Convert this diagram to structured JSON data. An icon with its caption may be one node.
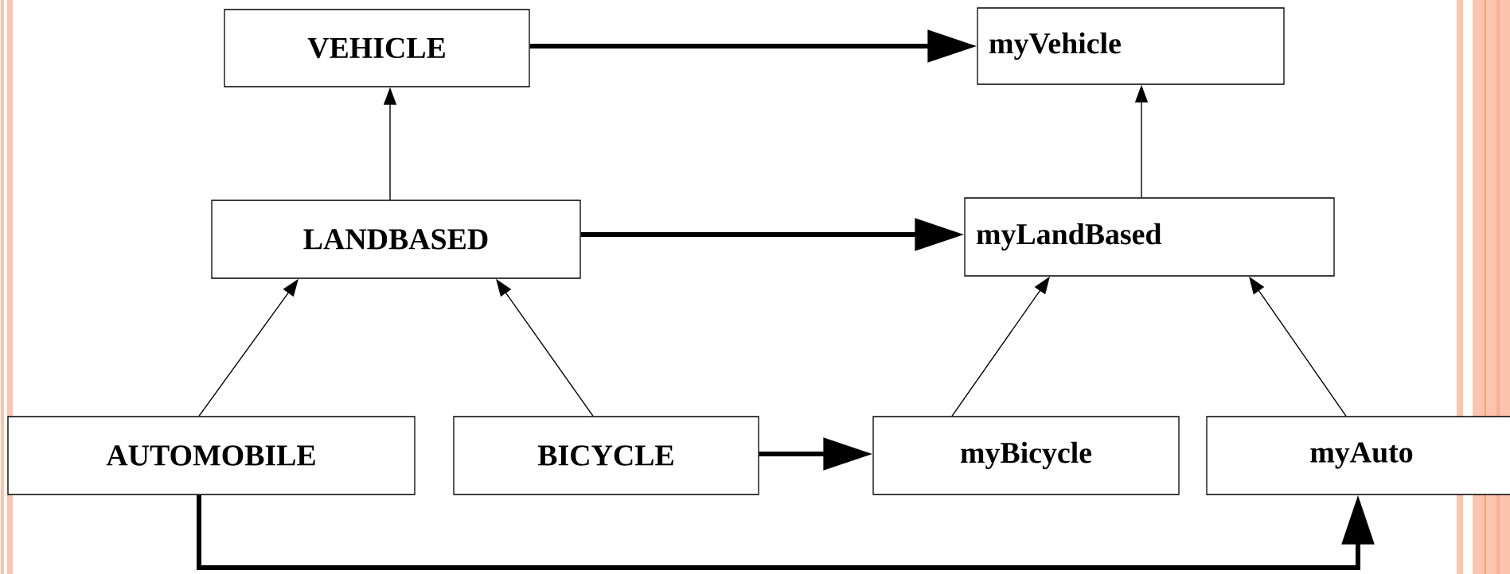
{
  "diagram": {
    "nodes": [
      {
        "text": [
          "VEHICLE"
        ]
      },
      {
        "text": [
          "myVehicle"
        ]
      },
      {
        "text": [
          "LANDBASED"
        ]
      },
      {
        "text": [
          "myLandBased"
        ]
      },
      {
        "text": [
          "AUTOMOBILE"
        ]
      },
      {
        "text": [
          "BICYCLE"
        ]
      },
      {
        "text": [
          "myBicycle"
        ]
      },
      {
        "text": [
          "myAuto"
        ]
      }
    ],
    "edges": [
      {
        "from": 0,
        "to": 1,
        "arrow": "to",
        "style": "thick"
      },
      {
        "from": 2,
        "to": 0,
        "arrow": "to"
      },
      {
        "from": 3,
        "to": 1,
        "arrow": "to"
      },
      {
        "from": 2,
        "to": 3,
        "arrow": "to",
        "style": "thick"
      },
      {
        "from": 4,
        "to": 2,
        "arrow": "to"
      },
      {
        "from": 5,
        "to": 2,
        "arrow": "to"
      },
      {
        "from": 6,
        "to": 3,
        "arrow": "to"
      },
      {
        "from": 7,
        "to": 3,
        "arrow": "to"
      },
      {
        "from": 5,
        "to": 6,
        "arrow": "to",
        "style": "thick"
      },
      {
        "from": 4,
        "to": 7,
        "arrow": "to",
        "style": "thick"
      }
    ]
  }
}
